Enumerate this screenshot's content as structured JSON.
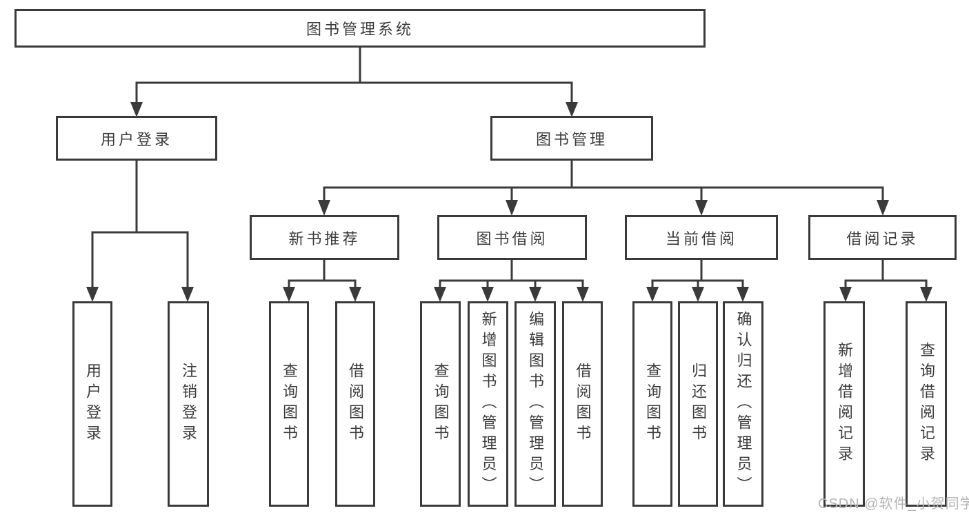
{
  "diagram_title": "图书管理系统",
  "tree": {
    "root": "图书管理系统",
    "branches": [
      {
        "label": "用户登录",
        "children": [
          {
            "label": "用户登录"
          },
          {
            "label": "注销登录"
          }
        ]
      },
      {
        "label": "图书管理",
        "children": [
          {
            "label": "新书推荐",
            "children": [
              {
                "label": "查询图书"
              },
              {
                "label": "借阅图书"
              }
            ]
          },
          {
            "label": "图书借阅",
            "children": [
              {
                "label": "查询图书"
              },
              {
                "label": "新增图书（管理员）"
              },
              {
                "label": "编辑图书（管理员）"
              },
              {
                "label": "借阅图书"
              }
            ]
          },
          {
            "label": "当前借阅",
            "children": [
              {
                "label": "查询图书"
              },
              {
                "label": "归还图书"
              },
              {
                "label": "确认归还（管理员）"
              }
            ]
          },
          {
            "label": "借阅记录",
            "children": [
              {
                "label": "新增借阅记录"
              },
              {
                "label": "查询借阅记录"
              }
            ]
          }
        ]
      }
    ]
  },
  "watermark": "CSDN @软件_小贺同学",
  "colors": {
    "line": "#3a3a3a",
    "text": "#3b3b3b",
    "background": "#ffffff",
    "watermark": "#b3b3b3"
  }
}
